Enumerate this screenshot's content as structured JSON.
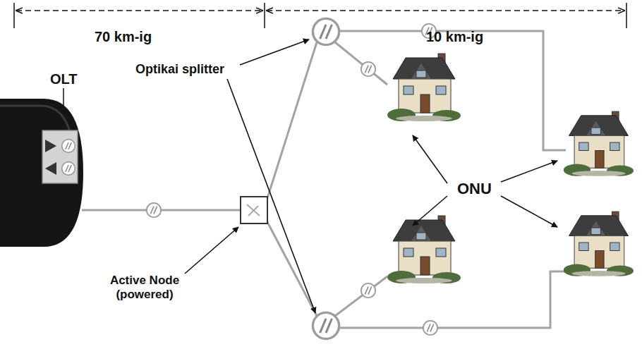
{
  "diagram": {
    "labels": [
      "70 km-ig",
      "10 km-ig",
      "OLT",
      "Optikai splitter",
      "Active Node (powered)",
      "ONU"
    ]
  }
}
